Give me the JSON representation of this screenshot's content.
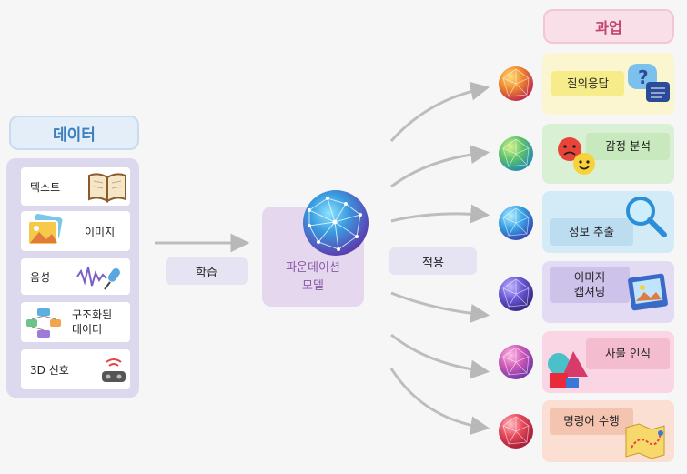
{
  "data_section": {
    "title": "데이터",
    "items": [
      "텍스트",
      "이미지",
      "음성",
      "구조화된\n데이터",
      "3D 신호"
    ]
  },
  "learn_label": "학습",
  "foundation_model": {
    "line1": "파운데이션",
    "line2": "모델"
  },
  "apply_label": "적용",
  "tasks_section": {
    "title": "과업",
    "items": [
      "질의응답",
      "감정 분석",
      "정보 추출",
      "이미지\n캡셔닝",
      "사물 인식",
      "명령어 수행"
    ]
  }
}
